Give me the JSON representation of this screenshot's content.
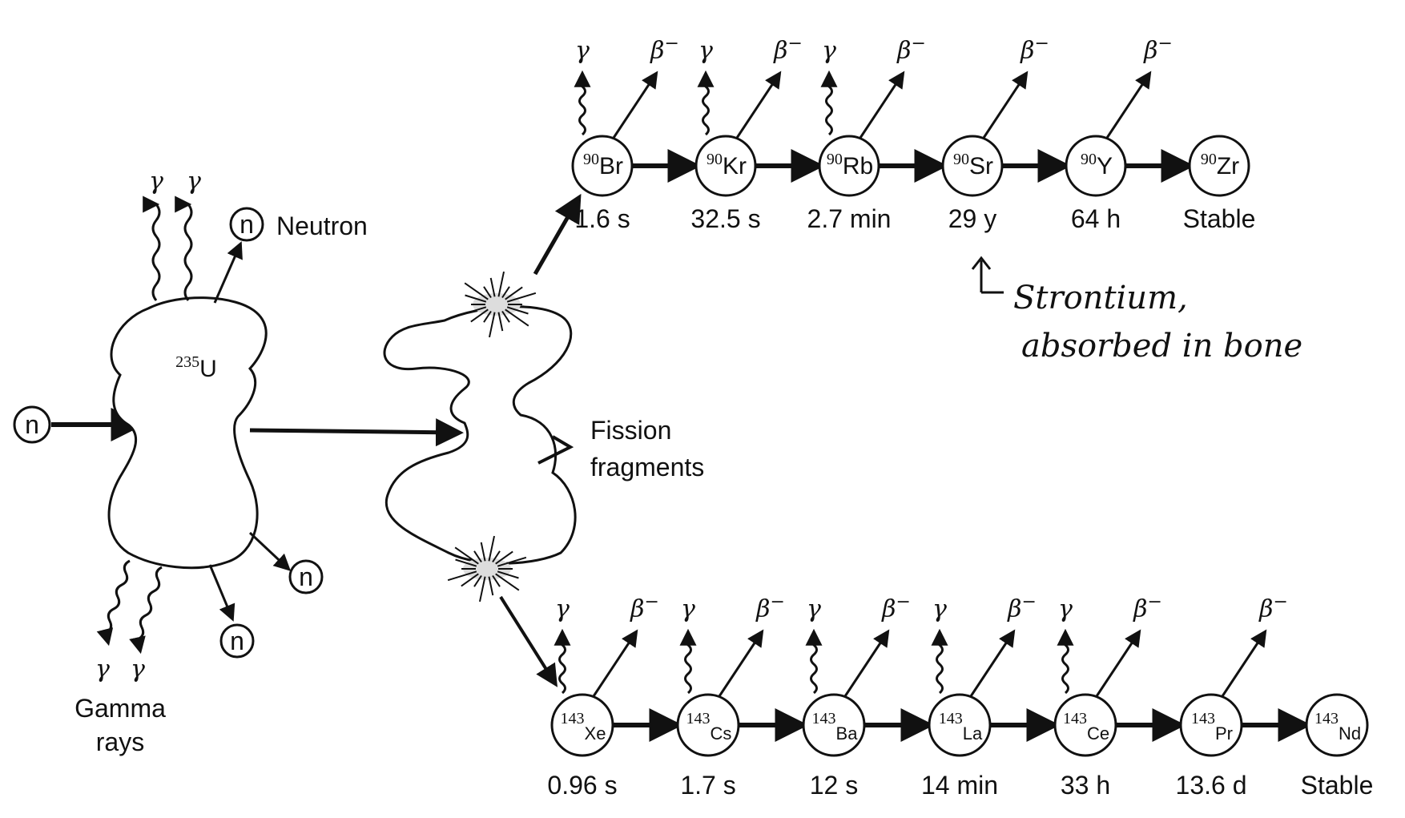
{
  "left": {
    "incoming_neutron": "n",
    "nucleus_mass": "235",
    "nucleus_symbol": "U",
    "top_gammas": [
      "γ",
      "γ"
    ],
    "emitted_neutron_symbol": "n",
    "neutron_label": "Neutron",
    "bottom_neutrons": [
      "n",
      "n"
    ],
    "bottom_gammas": [
      "γ",
      "γ"
    ],
    "gamma_rays_label": [
      "Gamma",
      "rays"
    ]
  },
  "fission": {
    "label": [
      "Fission",
      "fragments"
    ]
  },
  "gamma_symbol": "γ",
  "beta_symbol": "β",
  "beta_charge": "−",
  "upper_chain": [
    {
      "mass": "90",
      "symbol": "Br",
      "halflife": "1.6 s",
      "gamma": true,
      "beta": true
    },
    {
      "mass": "90",
      "symbol": "Kr",
      "halflife": "32.5 s",
      "gamma": true,
      "beta": true
    },
    {
      "mass": "90",
      "symbol": "Rb",
      "halflife": "2.7 min",
      "gamma": true,
      "beta": true
    },
    {
      "mass": "90",
      "symbol": "Sr",
      "halflife": "29 y",
      "gamma": false,
      "beta": true
    },
    {
      "mass": "90",
      "symbol": "Y",
      "halflife": "64 h",
      "gamma": false,
      "beta": true
    },
    {
      "mass": "90",
      "symbol": "Zr",
      "halflife": "Stable",
      "gamma": false,
      "beta": false
    }
  ],
  "lower_chain": [
    {
      "mass": "143",
      "symbol": "Xe",
      "halflife": "0.96 s",
      "gamma": true,
      "beta": true
    },
    {
      "mass": "143",
      "symbol": "Cs",
      "halflife": "1.7 s",
      "gamma": true,
      "beta": true
    },
    {
      "mass": "143",
      "symbol": "Ba",
      "halflife": "12 s",
      "gamma": true,
      "beta": true
    },
    {
      "mass": "143",
      "symbol": "La",
      "halflife": "14 min",
      "gamma": true,
      "beta": true
    },
    {
      "mass": "143",
      "symbol": "Ce",
      "halflife": "33 h",
      "gamma": true,
      "beta": true
    },
    {
      "mass": "143",
      "symbol": "Pr",
      "halflife": "13.6 d",
      "gamma": false,
      "beta": true
    },
    {
      "mass": "143",
      "symbol": "Nd",
      "halflife": "Stable",
      "gamma": false,
      "beta": false
    }
  ],
  "annotation": {
    "line1": "Strontium,",
    "line2": "absorbed in bone"
  },
  "colors": {
    "ink": "#111111",
    "paper": "#ffffff"
  }
}
